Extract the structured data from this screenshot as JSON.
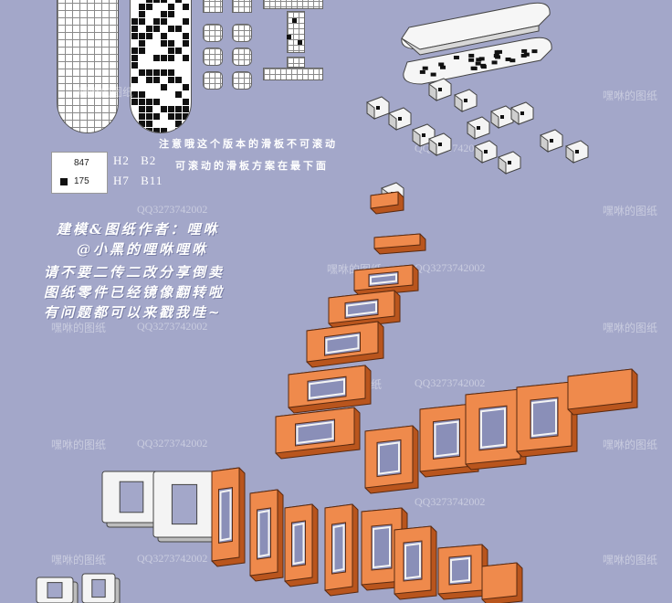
{
  "legend": {
    "entries": [
      {
        "count": "847",
        "swatch": "#ffffff"
      },
      {
        "count": "175",
        "swatch": "#111111"
      }
    ],
    "codes": [
      {
        "left": "H2",
        "right": "B2"
      },
      {
        "left": "H7",
        "right": "B11"
      }
    ]
  },
  "notes": {
    "line1": "注意哦这个版本的滑板不可滚动",
    "line2": "可滚动的滑板方案在最下面"
  },
  "author": {
    "lines": [
      "建模&图纸作者：哩咻",
      "@小黑的哩咻哩咻",
      "请不要二传二改分享倒卖",
      "图纸零件已经镜像翻转啦",
      "有问题都可以来戳我哇~"
    ]
  },
  "watermarks": {
    "brand": "嘿咻的图纸",
    "qq": "QQ3273742002"
  },
  "colors": {
    "background": "#a3a7c9",
    "orange": "#ef8a4c",
    "orange_dark": "#b9551d",
    "white_part": "#f4f4f4",
    "black_bead": "#111111"
  }
}
